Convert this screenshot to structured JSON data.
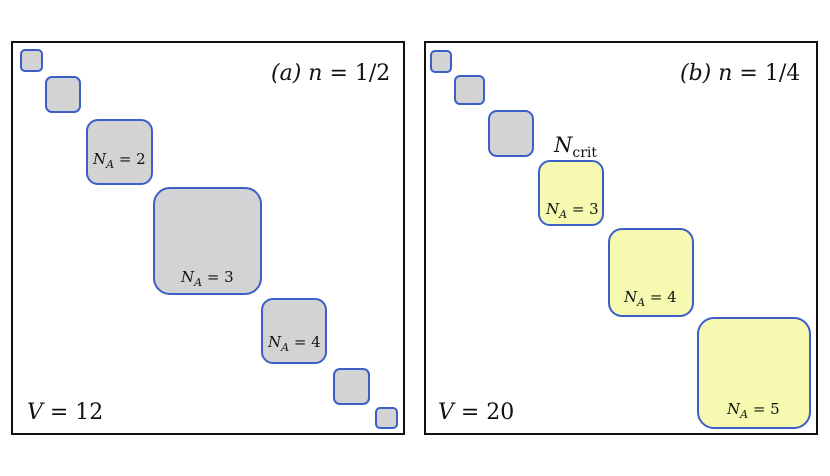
{
  "colors": {
    "frame": "#111111",
    "block_stroke": "#3b5fc7",
    "block_fill_gray": "#d3d3d6",
    "block_fill_yellow": "#f6f9b0"
  },
  "panels": [
    {
      "id": "a",
      "title_letter": "(a)",
      "title_var": "n",
      "title_eq": " = 1/2",
      "volume_var": "V",
      "volume_eq": " = 12",
      "blocks": [
        {
          "size": 1,
          "fill": "gray",
          "label": ""
        },
        {
          "size": 2,
          "fill": "gray",
          "label": ""
        },
        {
          "size": 3,
          "fill": "gray",
          "label_sub": "A",
          "label_eq": " = 2"
        },
        {
          "size": 4,
          "fill": "gray",
          "label_sub": "A",
          "label_eq": " = 3"
        },
        {
          "size": 3,
          "fill": "gray",
          "label_sub": "A",
          "label_eq": " = 4"
        },
        {
          "size": 2,
          "fill": "gray",
          "label": ""
        },
        {
          "size": 1,
          "fill": "gray",
          "label": ""
        }
      ]
    },
    {
      "id": "b",
      "title_letter": "(b)",
      "title_var": "n",
      "title_eq": " = 1/4",
      "volume_var": "V",
      "volume_eq": " = 20",
      "crit_main": "N",
      "crit_sub": "crit",
      "blocks": [
        {
          "size": 1,
          "fill": "gray",
          "label": ""
        },
        {
          "size": 2,
          "fill": "gray",
          "label": ""
        },
        {
          "size": 3,
          "fill": "gray",
          "label": ""
        },
        {
          "size": 4,
          "fill": "yellow",
          "label_sub": "A",
          "label_eq": " = 3"
        },
        {
          "size": 5,
          "fill": "yellow",
          "label_sub": "A",
          "label_eq": " = 4"
        },
        {
          "size": 6,
          "fill": "yellow",
          "label_sub": "A",
          "label_eq": " = 5"
        }
      ]
    }
  ],
  "label_var": "N"
}
